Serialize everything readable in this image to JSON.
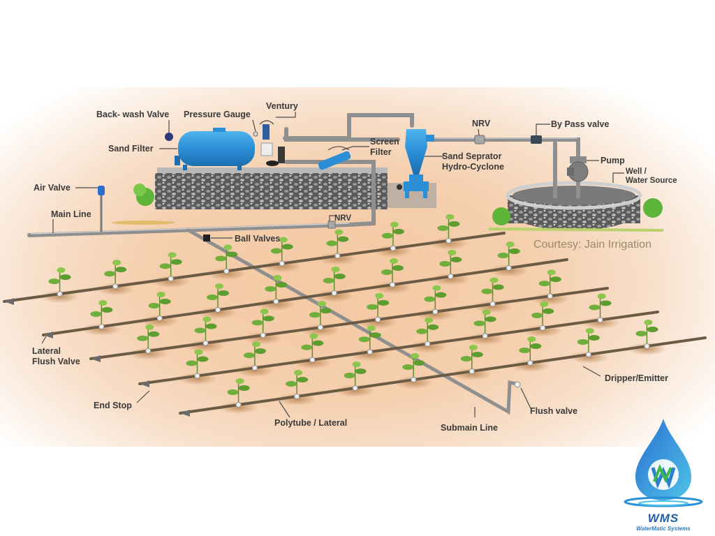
{
  "diagram": {
    "title": "Drip Irrigation System Layout",
    "labels": {
      "backwash_valve": "Back- wash Valve",
      "pressure_gauge": "Pressure Gauge",
      "venturi": "Ventury",
      "sand_filter": "Sand Filter",
      "screen_filter": "Screen\nFilter",
      "screen_filter_line1": "Screen",
      "screen_filter_line2": "Filter",
      "nrv_top": "NRV",
      "bypass_valve": "By Pass valve",
      "sand_separator_line1": "Sand Seprator",
      "sand_separator_line2": "Hydro-Cyclone",
      "pump": "Pump",
      "well_line1": "Well /",
      "well_line2": "Water Source",
      "air_valve": "Air Valve",
      "main_line": "Main Line",
      "nrv_bottom": "NRV",
      "ball_valves": "Ball Valves",
      "lateral_flush_line1": "Lateral",
      "lateral_flush_line2": "Flush Valve",
      "end_stop": "End Stop",
      "polytube": "Polytube / Lateral",
      "submain": "Submain Line",
      "flush_valve": "Flush valve",
      "dripper": "Dripper/Emitter"
    },
    "courtesy": "Courtesy: Jain Irrigation",
    "components": [
      "well-icon",
      "pump-icon",
      "bypass-valve-icon",
      "nrv-icon",
      "hydrocyclone-icon",
      "sand-filter-icon",
      "venturi-icon",
      "screen-filter-icon",
      "air-valve-icon",
      "ball-valve-icon",
      "flush-valve-icon",
      "plant-icon",
      "dripper-icon",
      "end-stop-icon"
    ],
    "colors": {
      "soil": "#f3c9a3",
      "pipe": "#8f8f8f",
      "lateral": "#6b5a44",
      "equipment_blue": "#2a8fd6",
      "plant_green": "#6fae3b",
      "label_text": "#3a3a3a",
      "courtesy_text": "#9a8a6a"
    }
  },
  "logo": {
    "name": "WMS",
    "subtitle": "WaterMatic Systems"
  }
}
